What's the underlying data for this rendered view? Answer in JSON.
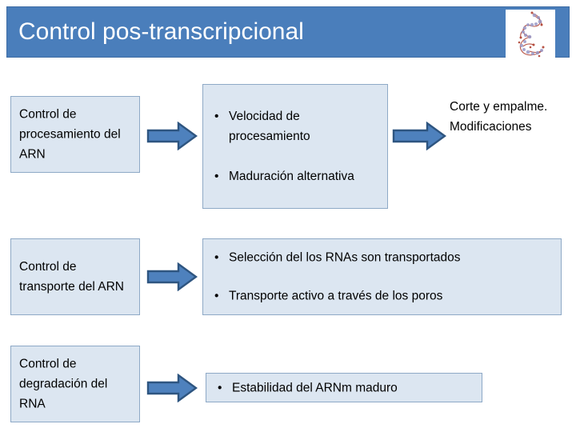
{
  "slide": {
    "title": "Control pos-transcripcional",
    "header_color": "#4a7ebb",
    "box_fill_color": "#dce6f1",
    "box_border_color": "#8ea9c6",
    "arrow_fill_color": "#4e81bd",
    "arrow_outline_color": "#2e5580",
    "header_image_name": "rna-molecular-structure-image"
  },
  "rows": [
    {
      "label": "Control de procesamiento del ARN",
      "arrow1": "arrow-right-icon",
      "details": [
        "Velocidad de procesamiento",
        "Maduración alternativa"
      ],
      "arrow2": "arrow-right-icon",
      "outcome": "Corte y empalme. Modificaciones"
    },
    {
      "label": "Control de transporte del ARN",
      "arrow1": "arrow-right-icon",
      "details": [
        "Selección del los RNAs son transportados",
        "Transporte activo a través de los poros"
      ]
    },
    {
      "label": "Control de degradación del RNA",
      "arrow1": "arrow-right-icon",
      "details": [
        "Estabilidad del ARNm maduro"
      ]
    }
  ]
}
